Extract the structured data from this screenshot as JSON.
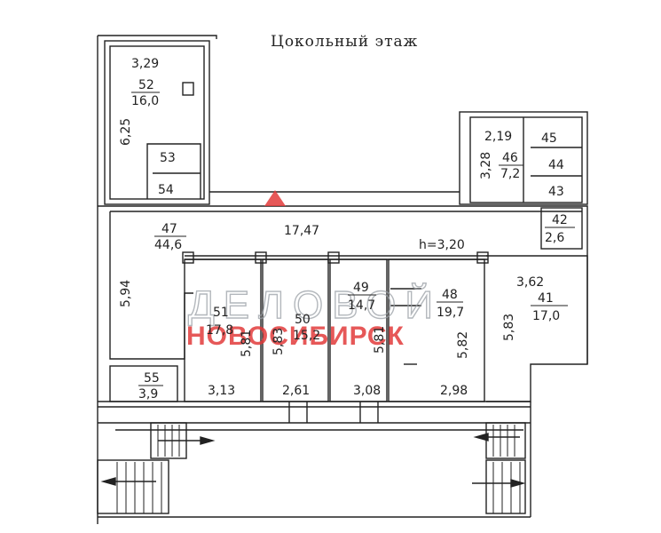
{
  "title": "Цокольный этаж",
  "watermark": {
    "top": "ДЕЛОВОЙ",
    "bottom": "НОВОСИБИРСК",
    "color": "#e23b3b"
  },
  "labels": {
    "r52_w": "3,29",
    "r52_num": "52",
    "r52_area": "16,0",
    "r52_h": "6,25",
    "r53": "53",
    "r54": "54",
    "r46_w": "2,19",
    "r46_h": "3,28",
    "r46_num": "46",
    "r46_area": "7,2",
    "r45": "45",
    "r44": "44",
    "r43": "43",
    "r42_num": "42",
    "r42_area": "2,6",
    "r47_num": "47",
    "r47_area": "44,6",
    "r47_h": "5,94",
    "corridor_len": "17,47",
    "ceiling_h": "h=3,20",
    "r51_num": "51",
    "r51_area": "17,8",
    "r51_h": "5,81",
    "r51_w": "3,13",
    "r50_num": "50",
    "r50_area": "15,2",
    "r50_h": "5,83",
    "r50_w": "2,61",
    "r49_num": "49",
    "r49_area": "14,7",
    "r49_h": "5,81",
    "r49_w": "3,08",
    "r48_num": "48",
    "r48_area": "19,7",
    "r48_h": "5,82",
    "r48_w": "2,98",
    "r41_w": "3,62",
    "r41_num": "41",
    "r41_area": "17,0",
    "r41_h": "5,83",
    "r55_num": "55",
    "r55_area": "3,9"
  }
}
